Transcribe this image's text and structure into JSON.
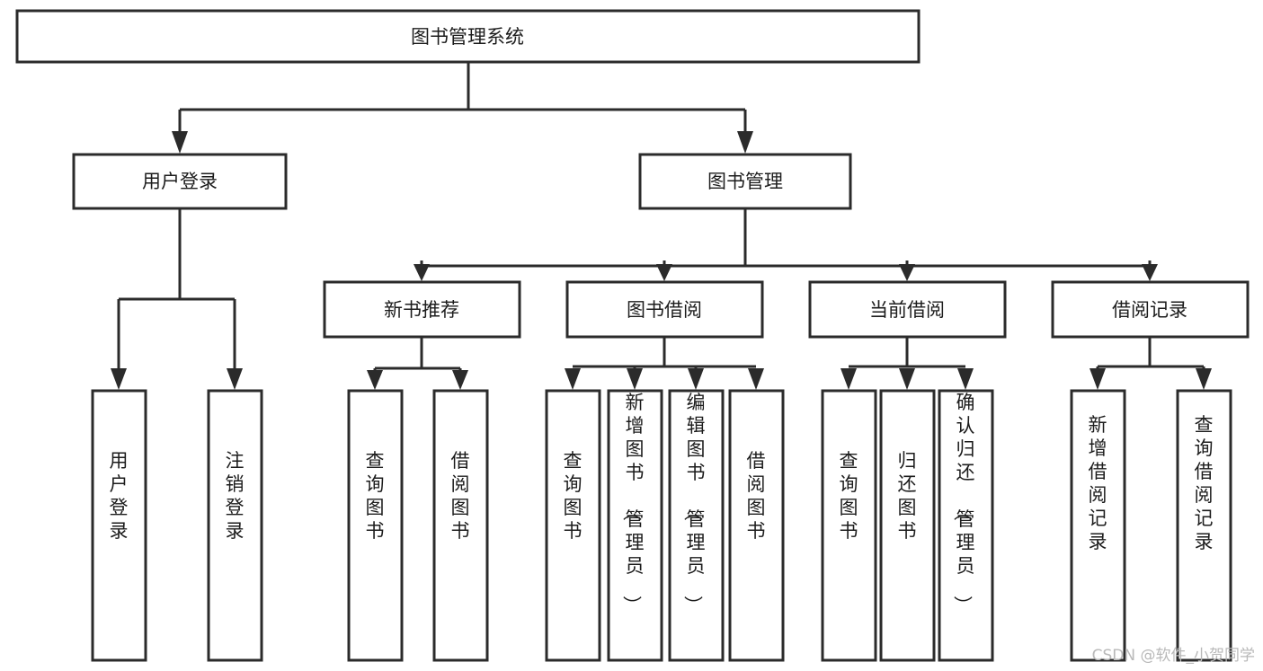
{
  "diagram": {
    "type": "tree-hierarchy-chart",
    "title": "图书管理系统",
    "root": {
      "id": "root",
      "label": "图书管理系统",
      "orientation": "horizontal"
    },
    "level1": [
      {
        "id": "user-login",
        "label": "用户登录",
        "orientation": "horizontal"
      },
      {
        "id": "book-management",
        "label": "图书管理",
        "orientation": "horizontal"
      }
    ],
    "level2": [
      {
        "id": "new-book-recommend",
        "label": "新书推荐",
        "orientation": "horizontal",
        "parent": "book-management"
      },
      {
        "id": "book-borrow",
        "label": "图书借阅",
        "orientation": "horizontal",
        "parent": "book-management"
      },
      {
        "id": "current-borrow",
        "label": "当前借阅",
        "orientation": "horizontal",
        "parent": "book-management"
      },
      {
        "id": "borrow-record",
        "label": "借阅记录",
        "orientation": "horizontal",
        "parent": "book-management"
      }
    ],
    "leaves": [
      {
        "id": "leaf-user-login",
        "label": "用户登录",
        "orientation": "vertical",
        "parent": "user-login"
      },
      {
        "id": "leaf-logout",
        "label": "注销登录",
        "orientation": "vertical",
        "parent": "user-login"
      },
      {
        "id": "leaf-query-book-1",
        "label": "查询图书",
        "orientation": "vertical",
        "parent": "new-book-recommend"
      },
      {
        "id": "leaf-borrow-book-1",
        "label": "借阅图书",
        "orientation": "vertical",
        "parent": "new-book-recommend"
      },
      {
        "id": "leaf-query-book-2",
        "label": "查询图书",
        "orientation": "vertical",
        "parent": "book-borrow"
      },
      {
        "id": "leaf-add-book",
        "label": "新增图书（管理员）",
        "orientation": "vertical",
        "parent": "book-borrow"
      },
      {
        "id": "leaf-edit-book",
        "label": "编辑图书（管理员）",
        "orientation": "vertical",
        "parent": "book-borrow"
      },
      {
        "id": "leaf-borrow-book-2",
        "label": "借阅图书",
        "orientation": "vertical",
        "parent": "book-borrow"
      },
      {
        "id": "leaf-query-book-3",
        "label": "查询图书",
        "orientation": "vertical",
        "parent": "current-borrow"
      },
      {
        "id": "leaf-return-book",
        "label": "归还图书",
        "orientation": "vertical",
        "parent": "current-borrow"
      },
      {
        "id": "leaf-confirm-return",
        "label": "确认归还（管理员）",
        "orientation": "vertical",
        "parent": "current-borrow"
      },
      {
        "id": "leaf-add-record",
        "label": "新增借阅记录",
        "orientation": "vertical",
        "parent": "borrow-record"
      },
      {
        "id": "leaf-query-record",
        "label": "查询借阅记录",
        "orientation": "vertical",
        "parent": "borrow-record"
      }
    ],
    "colors": {
      "box_stroke": "#2b2b2b",
      "box_fill": "#ffffff",
      "text": "#1c1c1c",
      "connector": "#2b2b2b",
      "background": "#ffffff",
      "watermark": "#b9b9b9"
    }
  },
  "watermark": {
    "text": "CSDN @软件_小贺同学"
  }
}
